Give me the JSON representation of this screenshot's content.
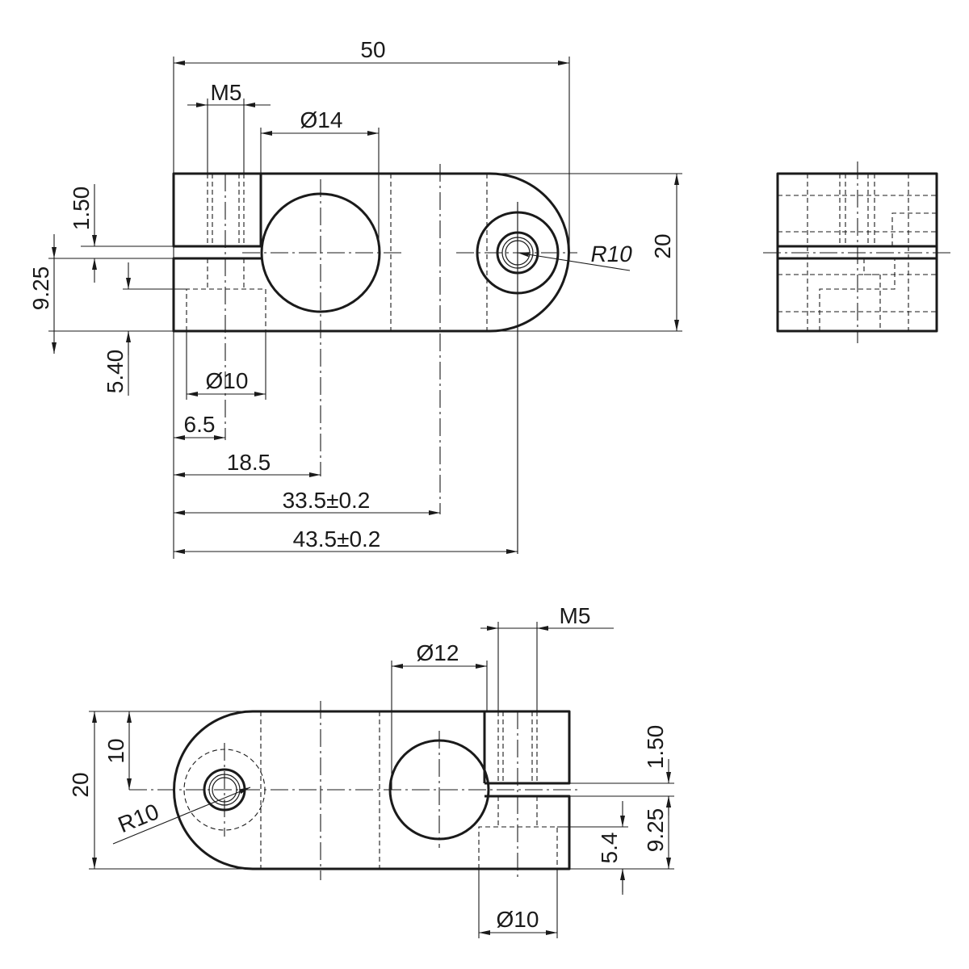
{
  "views": {
    "top": {
      "dimensions": {
        "overall_length": "50",
        "thread": "M5",
        "bore": "Ø14",
        "slot": "1.50",
        "slot_to_bottom": "9.25",
        "counterbore_depth": "5.40",
        "counterbore": "Ø10",
        "thread_position": "6.5",
        "bore_position": "18.5",
        "mid_position": "33.5±0.2",
        "hole_position": "43.5±0.2",
        "end_radius": "R10",
        "height": "20"
      }
    },
    "bottom": {
      "dimensions": {
        "thread": "M5",
        "bore": "Ø12",
        "height": "20",
        "half_height": "10",
        "end_radius": "R10",
        "slot": "1.50",
        "slot_to_bottom": "9.25",
        "counterbore_depth": "5.4",
        "counterbore": "Ø10"
      }
    }
  }
}
